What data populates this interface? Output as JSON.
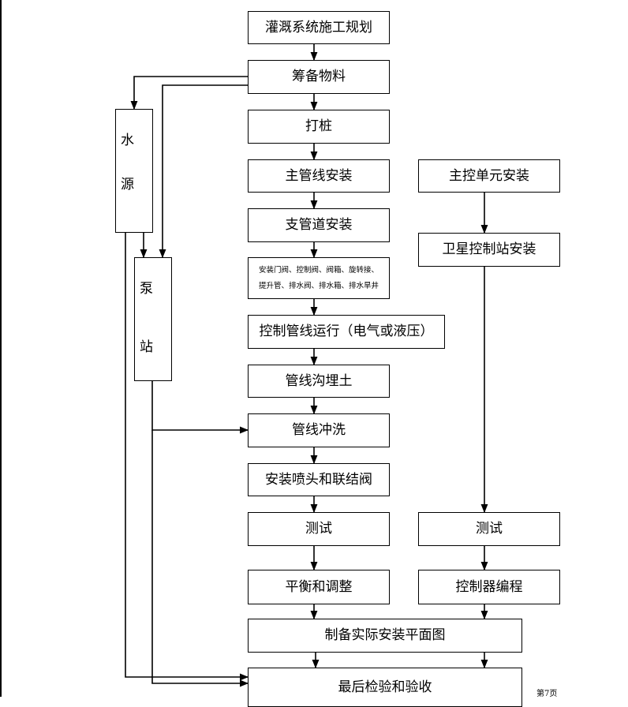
{
  "flow": {
    "planning": "灌溉系统施工规划",
    "materials": "筹备物料",
    "piling": "打桩",
    "main_pipe": "主管线安装",
    "branch_pipe": "支管道安装",
    "valves_line1": "安装门阀、控制阀、阀箱、旋转接、",
    "valves_line2": "提升管、排水阀、排水箱、排水旱井",
    "control_line_run": "控制管线运行（电气或液压）",
    "trench_backfill": "管线沟埋土",
    "flush": "管线冲洗",
    "sprinklers": "安装喷头和联结阀",
    "test": "测试",
    "balance": "平衡和调整",
    "as_built": "制备实际安装平面图",
    "final": "最后检验和验收"
  },
  "control": {
    "main_control": "主控单元安装",
    "satellite": "卫星控制站安装",
    "test": "测试",
    "programming": "控制器编程"
  },
  "side": {
    "water_source_1": "水",
    "water_source_2": "源",
    "pump_station_1": "泵",
    "pump_station_2": "站"
  },
  "footer": {
    "page_number": "第7页"
  }
}
